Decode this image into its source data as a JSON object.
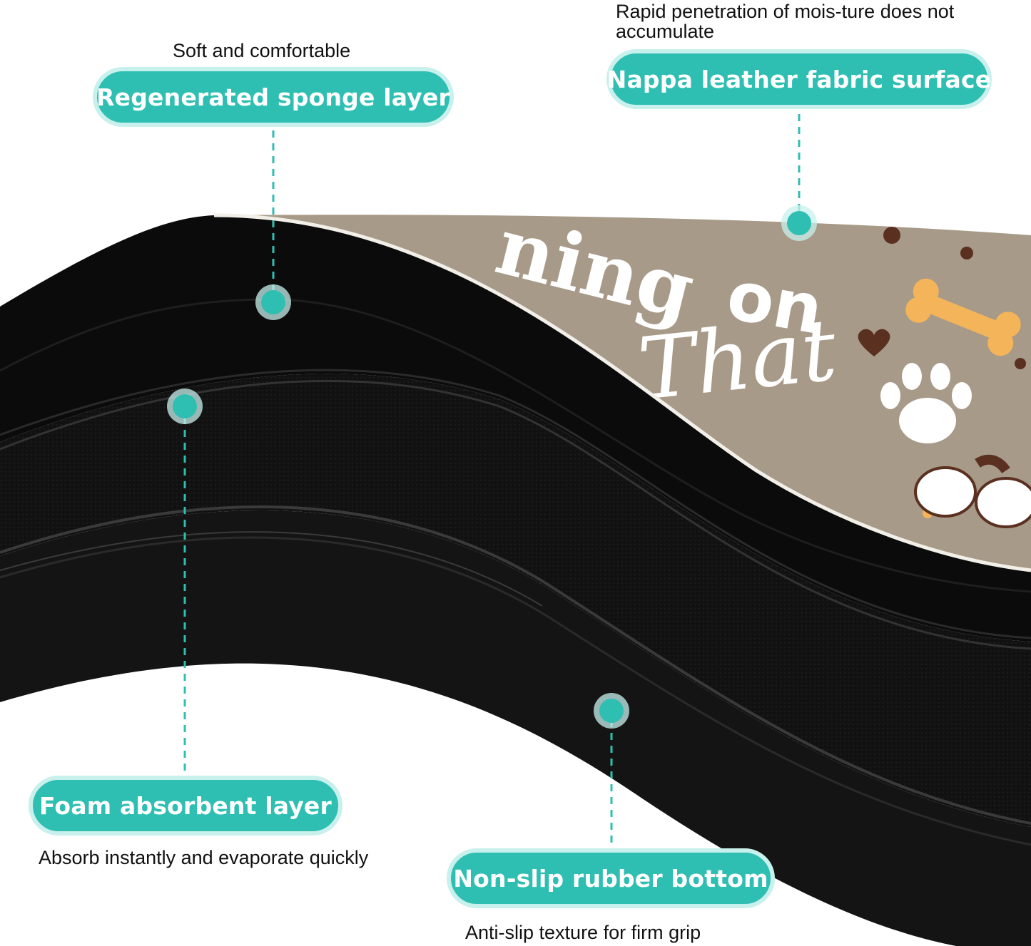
{
  "features": [
    {
      "label": "Regenerated sponge layer",
      "description": "Soft and comfortable"
    },
    {
      "label": "Nappa leather fabric surface",
      "description": "Rapid penetration of mois-ture does not accumulate"
    },
    {
      "label": "Foam absorbent layer",
      "description": "Absorb instantly and evaporate quickly"
    },
    {
      "label": "Non-slip rubber bottom",
      "description": "Anti-slip texture for firm grip"
    }
  ],
  "mat_print": {
    "words": [
      "ning",
      "on",
      "That"
    ],
    "colors": {
      "surface": "#a89a88",
      "bone": "#f4b45a",
      "heart": "#5a3020",
      "paw": "#ffffff",
      "layer": "#0c0c0c"
    }
  },
  "colors": {
    "accent": "#2fbfb2",
    "accent_glow": "#c8f0ec",
    "text": "#111111"
  },
  "icons": [
    "bone-icon",
    "paw-print-icon",
    "heart-icon",
    "marker-dot-icon"
  ]
}
